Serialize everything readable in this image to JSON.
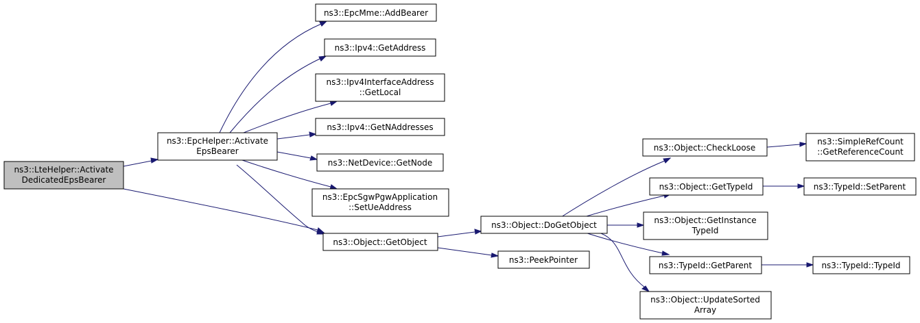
{
  "colors": {
    "edge": "#191970",
    "root_fill": "#bfbfbf",
    "node_fill": "#ffffff",
    "border": "#000000"
  },
  "nodes": {
    "lte_activate": {
      "lines": [
        "ns3::LteHelper::Activate",
        "DedicatedEpsBearer"
      ]
    },
    "epc_activate": {
      "lines": [
        "ns3::EpcHelper::Activate",
        "EpsBearer"
      ]
    },
    "add_bearer": {
      "lines": [
        "ns3::EpcMme::AddBearer"
      ]
    },
    "get_address": {
      "lines": [
        "ns3::Ipv4::GetAddress"
      ]
    },
    "get_local": {
      "lines": [
        "ns3::Ipv4InterfaceAddress",
        "::GetLocal"
      ]
    },
    "get_naddresses": {
      "lines": [
        "ns3::Ipv4::GetNAddresses"
      ]
    },
    "get_node": {
      "lines": [
        "ns3::NetDevice::GetNode"
      ]
    },
    "set_ue_address": {
      "lines": [
        "ns3::EpcSgwPgwApplication",
        "::SetUeAddress"
      ]
    },
    "get_object": {
      "lines": [
        "ns3::Object::GetObject"
      ]
    },
    "do_get_object": {
      "lines": [
        "ns3::Object::DoGetObject"
      ]
    },
    "peek_pointer": {
      "lines": [
        "ns3::PeekPointer"
      ]
    },
    "check_loose": {
      "lines": [
        "ns3::Object::CheckLoose"
      ]
    },
    "get_reference_count": {
      "lines": [
        "ns3::SimpleRefCount",
        "::GetReferenceCount"
      ]
    },
    "get_type_id": {
      "lines": [
        "ns3::Object::GetTypeId"
      ]
    },
    "set_parent": {
      "lines": [
        "ns3::TypeId::SetParent"
      ]
    },
    "get_instance_type_id": {
      "lines": [
        "ns3::Object::GetInstance",
        "TypeId"
      ]
    },
    "get_parent": {
      "lines": [
        "ns3::TypeId::GetParent"
      ]
    },
    "type_id_ctor": {
      "lines": [
        "ns3::TypeId::TypeId"
      ]
    },
    "update_sorted_array": {
      "lines": [
        "ns3::Object::UpdateSorted",
        "Array"
      ]
    }
  }
}
